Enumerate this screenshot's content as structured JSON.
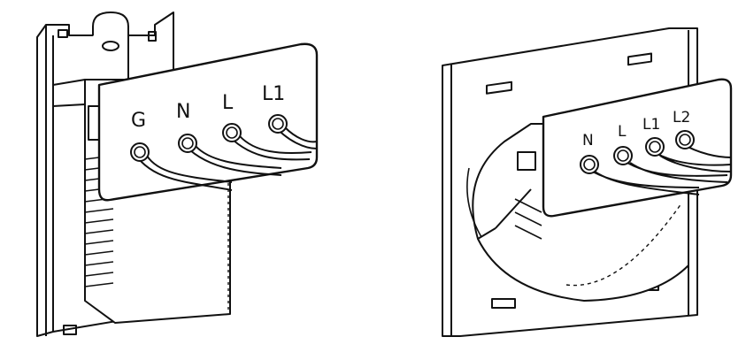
{
  "left_switch": {
    "terminals": [
      "G",
      "N",
      "L",
      "L1"
    ]
  },
  "right_switch": {
    "terminals": [
      "N",
      "L",
      "L1",
      "L2"
    ]
  },
  "colors": {
    "line": "#1a1a1a",
    "body": "#ffffff",
    "panel": "#ffffff"
  }
}
